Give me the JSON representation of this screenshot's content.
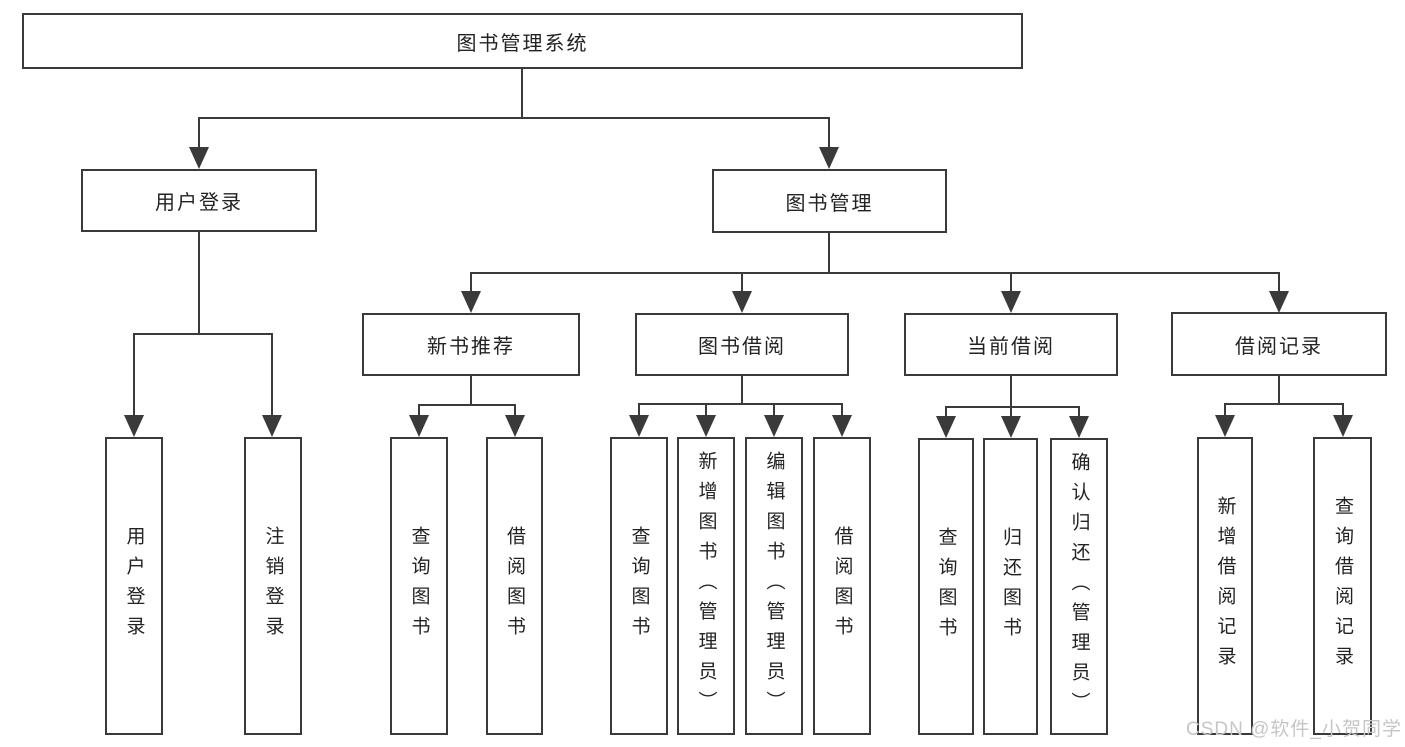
{
  "colors": {
    "background": "#ffffff",
    "line": "#3a3a3a",
    "text": "#232323",
    "watermark": "#c6c6c6"
  },
  "watermark": {
    "text": "CSDN @软件_小贺同学"
  },
  "diagram": {
    "type": "tree",
    "tree": {
      "label": "图书管理系统",
      "children": [
        {
          "label": "用户登录",
          "children": [
            {
              "label": "用户登录"
            },
            {
              "label": "注销登录"
            }
          ]
        },
        {
          "label": "图书管理",
          "children": [
            {
              "label": "新书推荐",
              "children": [
                {
                  "label": "查询图书"
                },
                {
                  "label": "借阅图书"
                }
              ]
            },
            {
              "label": "图书借阅",
              "children": [
                {
                  "label": "查询图书"
                },
                {
                  "label": "新增图书（管理员）"
                },
                {
                  "label": "编辑图书（管理员）"
                },
                {
                  "label": "借阅图书"
                }
              ]
            },
            {
              "label": "当前借阅",
              "children": [
                {
                  "label": "查询图书"
                },
                {
                  "label": "归还图书"
                },
                {
                  "label": "确认归还（管理员）"
                }
              ]
            },
            {
              "label": "借阅记录",
              "children": [
                {
                  "label": "新增借阅记录"
                },
                {
                  "label": "查询借阅记录"
                }
              ]
            }
          ]
        }
      ]
    }
  }
}
